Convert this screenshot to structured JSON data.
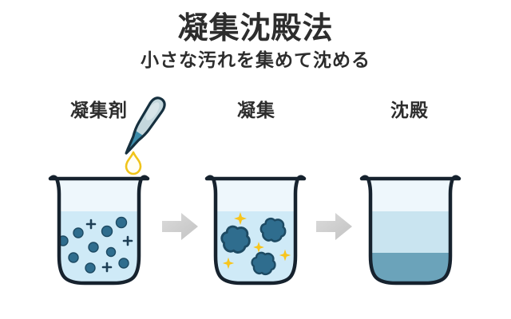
{
  "header": {
    "title": "凝集沈殿法",
    "subtitle": "小さな汚れを集めて沈める"
  },
  "stages": [
    {
      "label": "凝集剤",
      "icon": "dropper-icon"
    },
    {
      "label": "凝集",
      "icon": "floc-beaker-icon"
    },
    {
      "label": "沈殿",
      "icon": "sediment-beaker-icon"
    }
  ],
  "figures": {
    "beaker1": {
      "particles": 9,
      "plus_marks": 3
    },
    "beaker2": {
      "flocs": 3,
      "sparkles": 4
    },
    "beaker3": {
      "layers": [
        "empty-top",
        "clear-water",
        "settled-sediment"
      ]
    },
    "arrows": 2
  },
  "colors": {
    "background": "#ffffff",
    "ink": "#2d2d2d",
    "outline": "#16222e",
    "outline2": "#16303f",
    "glassEmpty": "#eef7fc",
    "water": "#cfeaf7",
    "waterMuted": "#c9e4f0",
    "sediment": "#6ba3ba",
    "particle": "#2f6d8e",
    "particleEdge": "#1d4a63",
    "plus": "#1d3e55",
    "sparkle": "#f8c51c",
    "dropletOutline": "#f0c41b",
    "dropletFill": "#fffef6",
    "dropperBulb": "#c3d7dd",
    "dropperBulbShine": "#dce8eb",
    "dropperTip": "#3d8cab",
    "arrow": "#c7c7c7",
    "arrowLight": "#dbdbdb"
  }
}
